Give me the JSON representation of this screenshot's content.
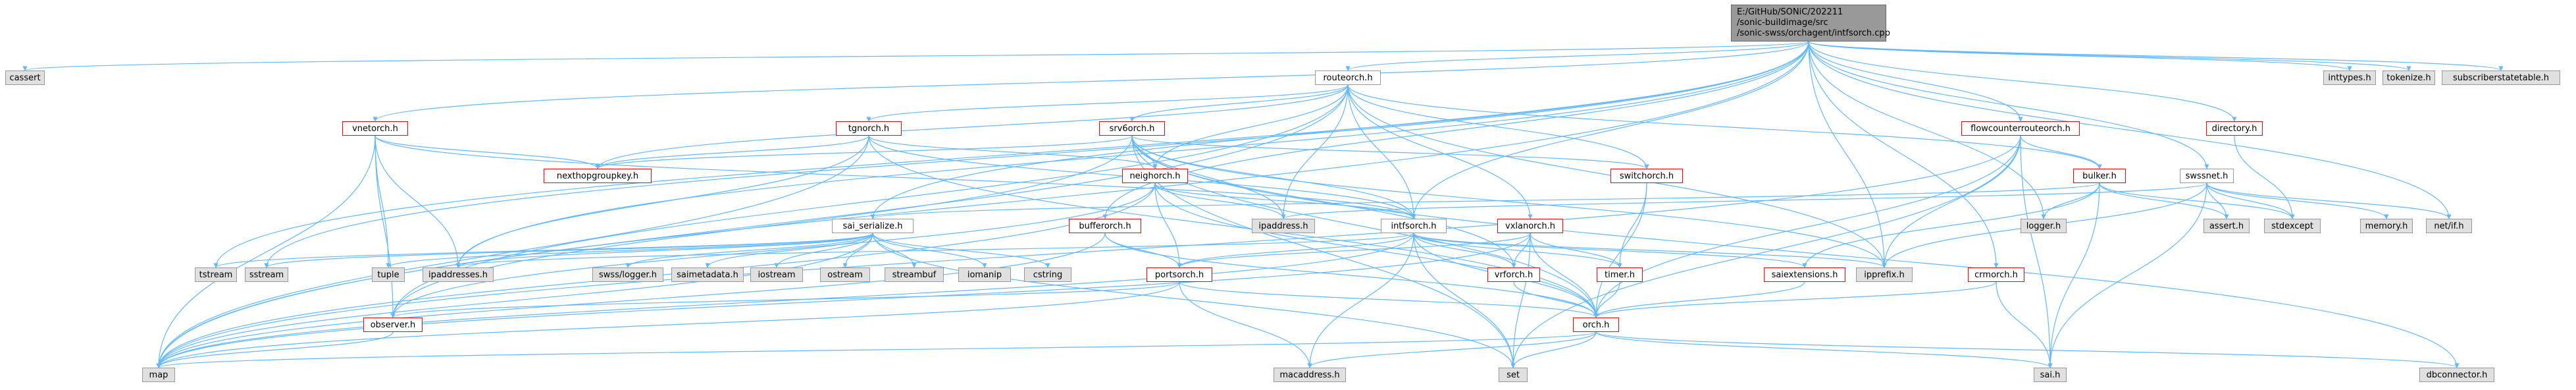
{
  "graph": {
    "edge_color": "#63b8ff",
    "root": {
      "lines": [
        "E:/GitHub/SONiC/202211",
        "/sonic-buildimage/src",
        "/sonic-swss/orchagent/intfsorch.cpp"
      ]
    },
    "nodes": {
      "cassert": "cassert",
      "vnetorch": "vnetorch.h",
      "tstream": "tstream",
      "sstream": "sstream",
      "map": "map",
      "routeorch": "routeorch.h",
      "tgnorch": "tgnorch.h",
      "srv6orch": "srv6orch.h",
      "nexthopgroupkey": "nexthopgroupkey.h",
      "neighorch": "neighorch.h",
      "switchorch": "switchorch.h",
      "flowcounterrouteorch": "flowcounterrouteorch.h",
      "directory": "directory.h",
      "inttypes": "inttypes.h",
      "tokenize": "tokenize.h",
      "subscriberstatetable": "subscriberstatetable.h",
      "sai_serialize": "sai_serialize.h",
      "bufferorch": "bufferorch.h",
      "intfsorch": "intfsorch.h",
      "vxlanorch": "vxlanorch.h",
      "bulker": "bulker.h",
      "swssnet": "swssnet.h",
      "ipaddress": "ipaddress.h",
      "logger": "logger.h",
      "assert": "assert.h",
      "stdexcept": "stdexcept",
      "memory": "memory.h",
      "netif": "net/if.h",
      "tuple": "tuple",
      "ipaddresses": "ipaddresses.h",
      "swsslogger": "swss/logger.h",
      "saimetadata": "saimetadata.h",
      "iostream": "iostream",
      "ostream": "ostream",
      "streambuf": "streambuf",
      "iomanip": "iomanip",
      "cstring": "cstring",
      "portsorch": "portsorch.h",
      "vrforch": "vrforch.h",
      "timer": "timer.h",
      "saiextensions": "saiextensions.h",
      "ipprefix": "ipprefix.h",
      "crmorch": "crmorch.h",
      "observer": "observer.h",
      "orch": "orch.h",
      "macaddress": "macaddress.h",
      "set": "set",
      "sai": "sai.h",
      "dbconnector": "dbconnector.h"
    }
  }
}
